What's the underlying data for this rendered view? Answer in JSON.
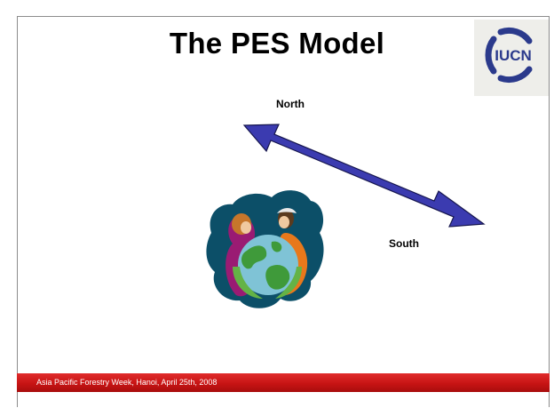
{
  "slide": {
    "title": "The PES Model",
    "logo_text": "IUCN",
    "footer": "Asia Pacific Forestry Week, Hanoi, April 25th, 2008"
  },
  "diagram": {
    "north_label": "North",
    "south_label": "South",
    "arrow_color": "#3b3bb0",
    "arrow_icon": "double-headed-arrow-icon",
    "illustration_icon": "people-around-globe-icon"
  },
  "colors": {
    "footer_bar": "#c71414",
    "logo_blue": "#2b3a8c"
  }
}
